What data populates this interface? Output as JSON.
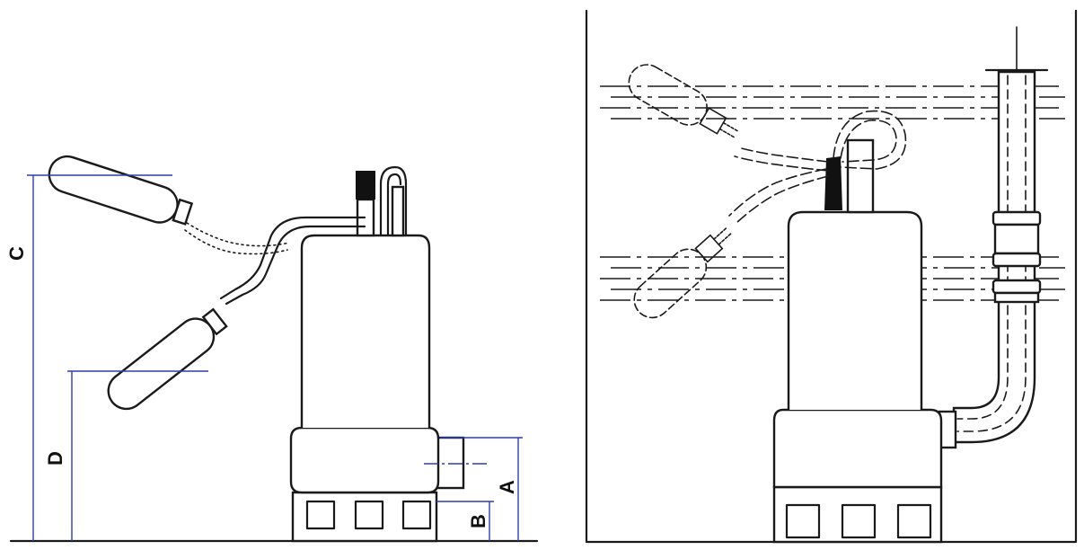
{
  "diagram": {
    "dimension_labels": {
      "A": "A",
      "B": "B",
      "C": "C",
      "D": "D"
    },
    "colors": {
      "line": "#1a1a1a",
      "dimension_lines": "#2d3fa8",
      "background": "#ffffff"
    }
  }
}
